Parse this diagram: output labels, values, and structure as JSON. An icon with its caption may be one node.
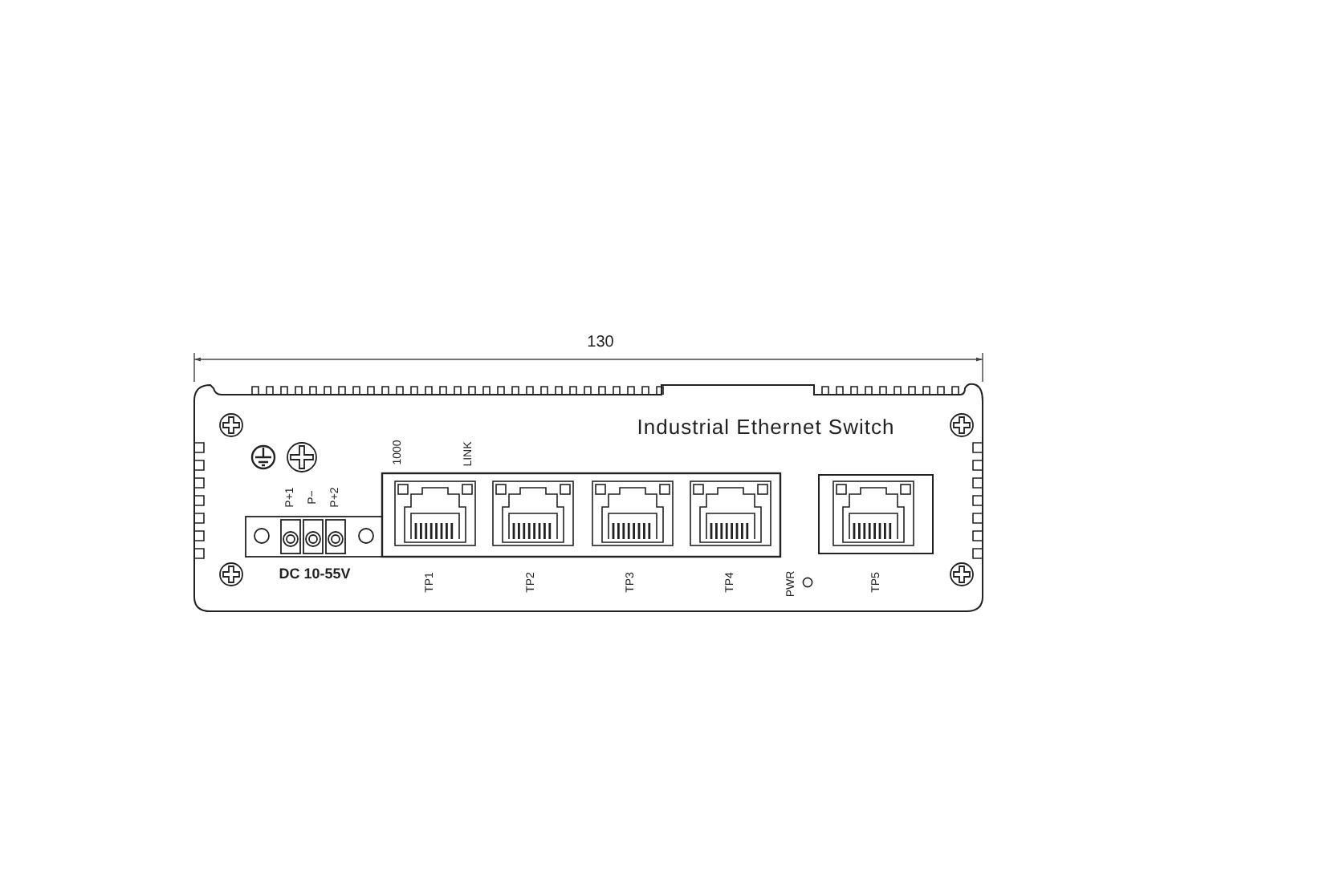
{
  "diagram": {
    "labels": [
      "130",
      "Industrial Ethernet Switch",
      "1000",
      "LINK",
      "P+1",
      "P−",
      "P+2",
      "DC 10-55V",
      "TP1",
      "TP2",
      "TP3",
      "TP4",
      "PWR",
      "TP5"
    ]
  }
}
